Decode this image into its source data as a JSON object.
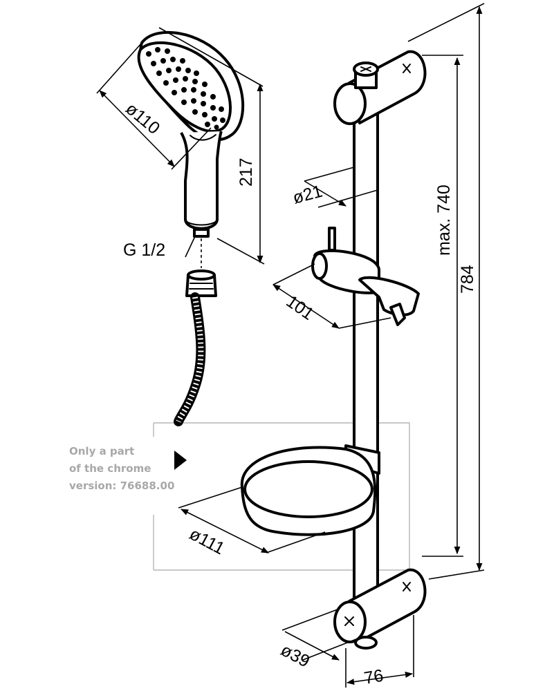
{
  "dimensions": {
    "head_diameter": "ø110",
    "handle_length": "217",
    "thread": "G 1/2",
    "rail_diameter": "ø21",
    "slider_width": "101",
    "max_height": "max. 740",
    "total_height": "784",
    "dish_diameter": "ø111",
    "bracket_diameter": "ø39",
    "bracket_depth": "76"
  },
  "note": {
    "line1": "Only a part",
    "line2": "of the chrome",
    "line3": "version: 76688.00"
  },
  "colors": {
    "line": "#000000",
    "note_text": "#a8a8a8",
    "outline_box": "#b5b5b5"
  }
}
